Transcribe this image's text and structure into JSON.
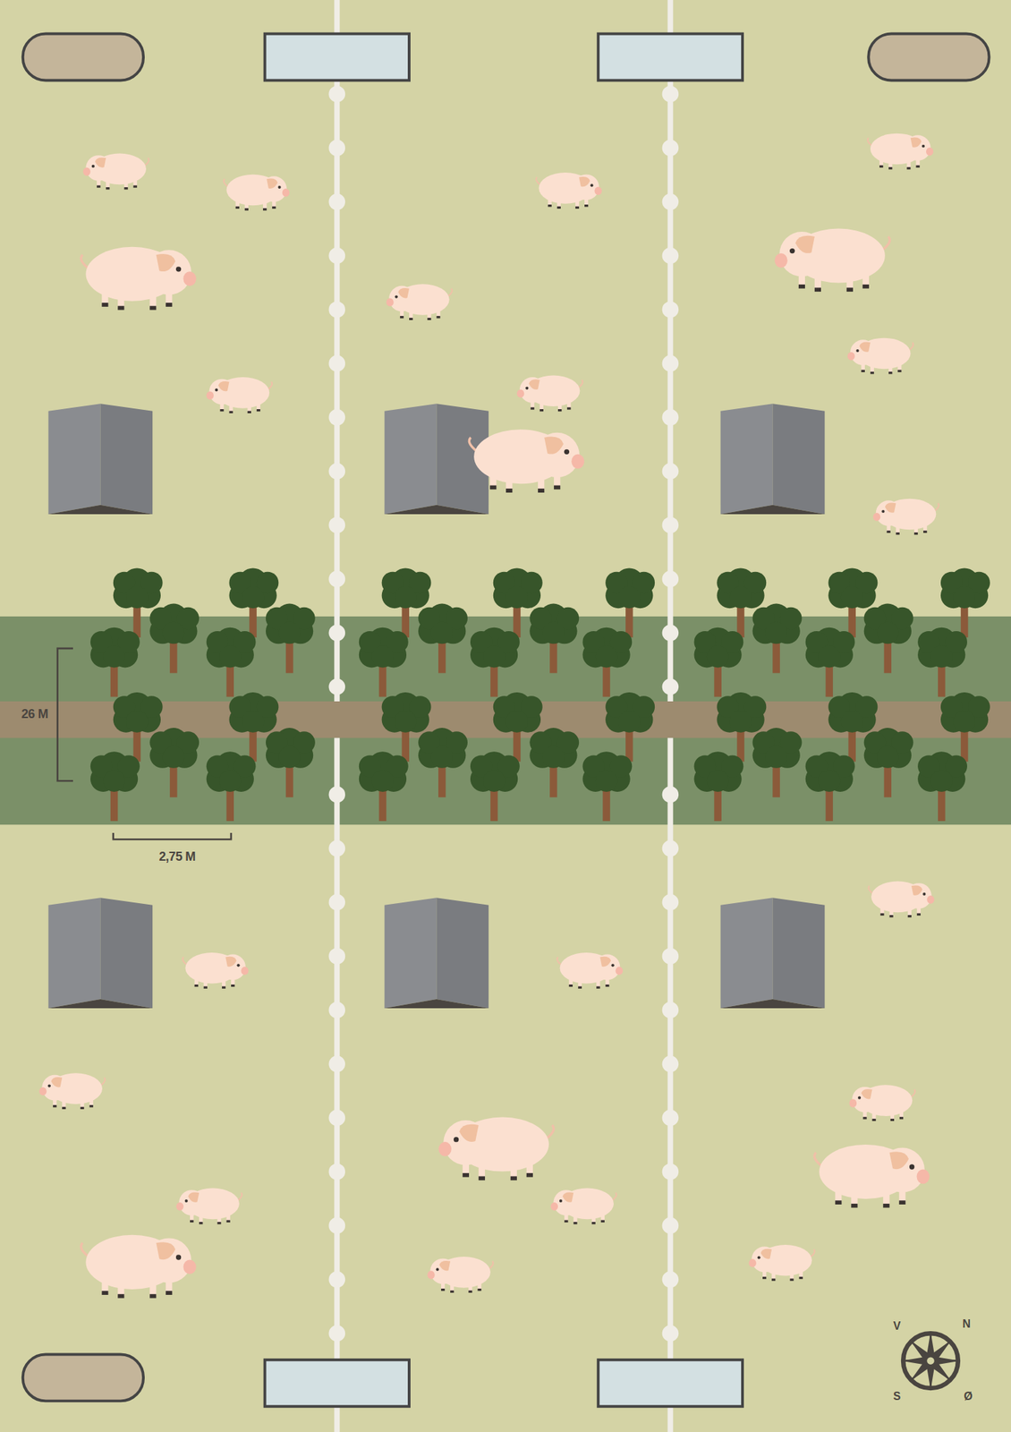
{
  "diagram": {
    "labels": [
      "26 M",
      "2,75 M",
      "V",
      "N",
      "S",
      "Ø"
    ]
  }
}
